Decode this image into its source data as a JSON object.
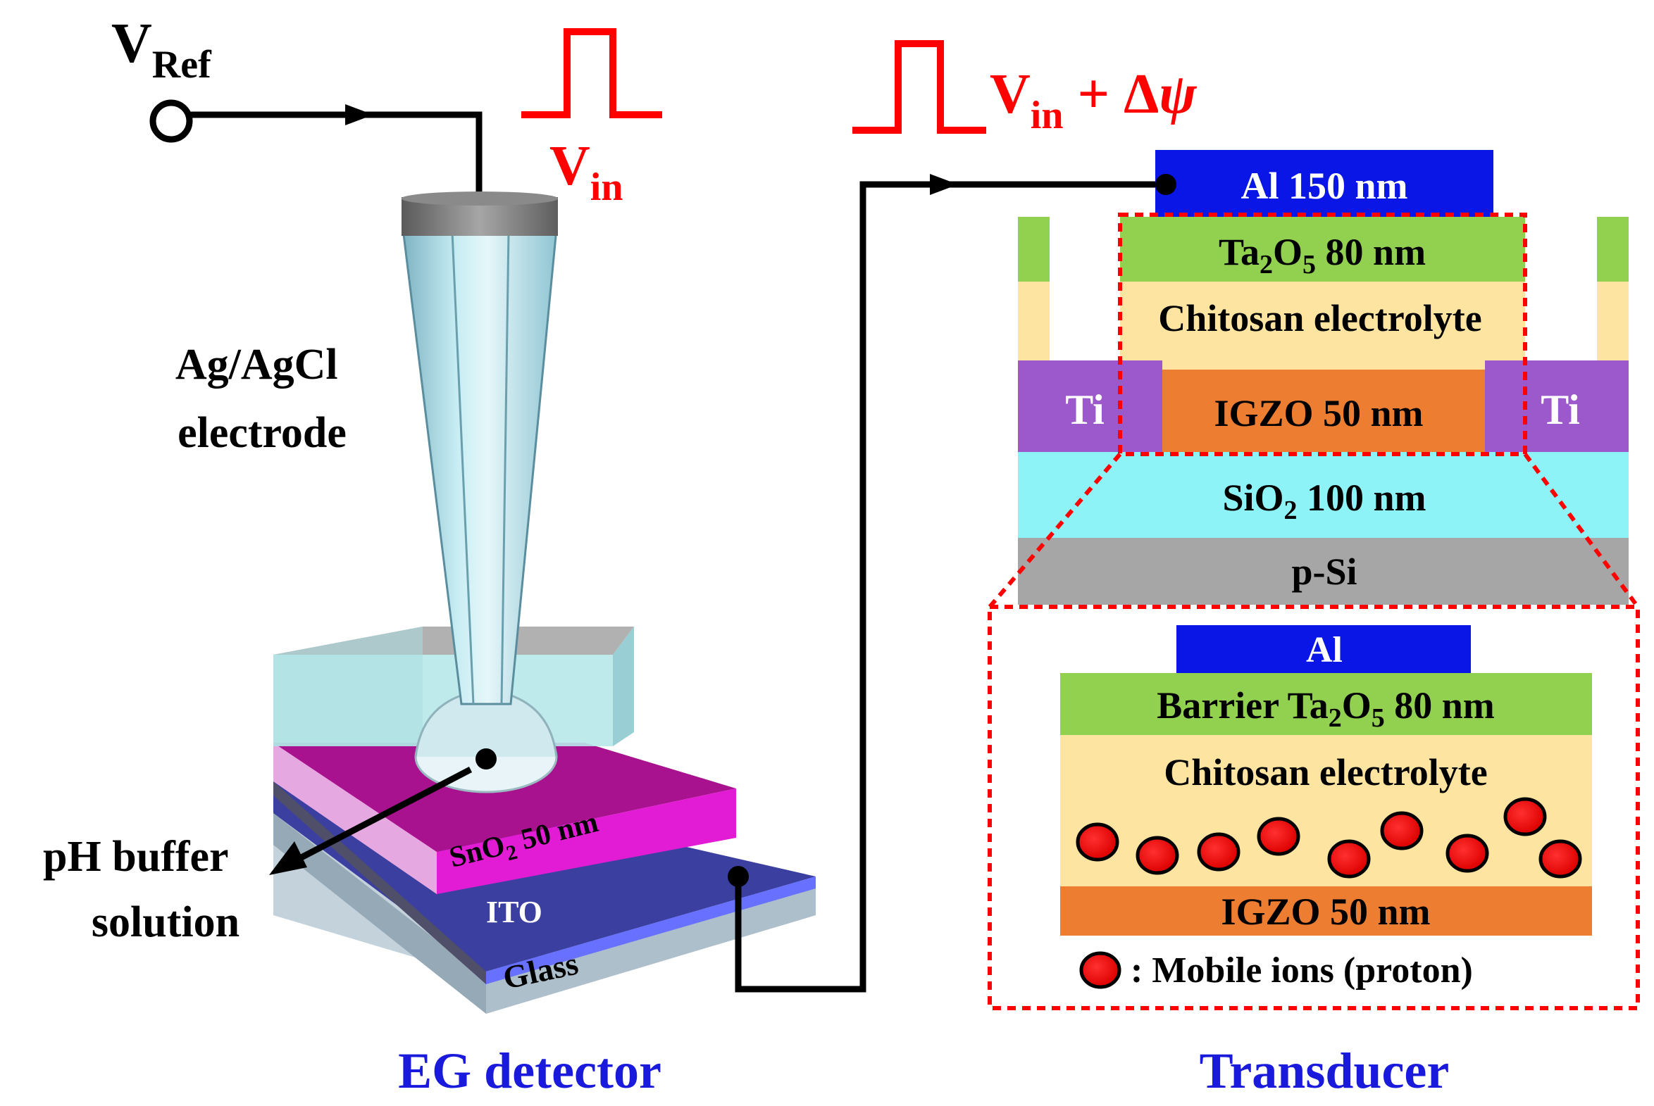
{
  "left": {
    "vref": {
      "main": "V",
      "sub": "Ref"
    },
    "vin": {
      "main": "V",
      "sub": "in"
    },
    "electrode_label": [
      "Ag/AgCl",
      "electrode"
    ],
    "buffer_label": [
      "pH buffer",
      "solution"
    ],
    "layers": {
      "sno2": {
        "pre": "SnO",
        "sub": "2",
        "post": " 50 nm"
      },
      "ito": "ITO",
      "glass": "Glass"
    },
    "caption": "EG detector"
  },
  "right": {
    "signal": {
      "main": "V",
      "sub": "in",
      "rest": " + Δ",
      "psi": "ψ"
    },
    "layers": {
      "al": "Al 150 nm",
      "ta2o5": {
        "a": "Ta",
        "s1": "2",
        "b": "O",
        "s2": "5",
        "c": " 80 nm"
      },
      "chitosan": "Chitosan electrolyte",
      "ti_left": "Ti",
      "ti_right": "Ti",
      "igzo": "IGZO 50 nm",
      "sio2": {
        "a": "SiO",
        "s1": "2",
        "c": " 100 nm"
      },
      "psi": "p-Si"
    },
    "inset": {
      "al": "Al",
      "barrier": {
        "a": "Barrier Ta",
        "s1": "2",
        "b": "O",
        "s2": "5",
        "c": " 80 nm"
      },
      "chitosan": "Chitosan electrolyte",
      "igzo": "IGZO 50 nm",
      "legend": ": Mobile ions (proton)"
    },
    "caption": "Transducer"
  },
  "colors": {
    "signal": "#ff0000",
    "caption": "#1a1adc",
    "al": "#0a16e6",
    "ta2o5": "#92d050",
    "chitosan": "#fde4a0",
    "igzo": "#ed7d31",
    "ti": "#9b59cc",
    "sio2": "#8ef3f6",
    "psi": "#a6a6a6",
    "sno2": "#d10fc2",
    "ito": "#3b3fa0",
    "glass": "#b5c7d5",
    "ion": "#ee0000"
  }
}
